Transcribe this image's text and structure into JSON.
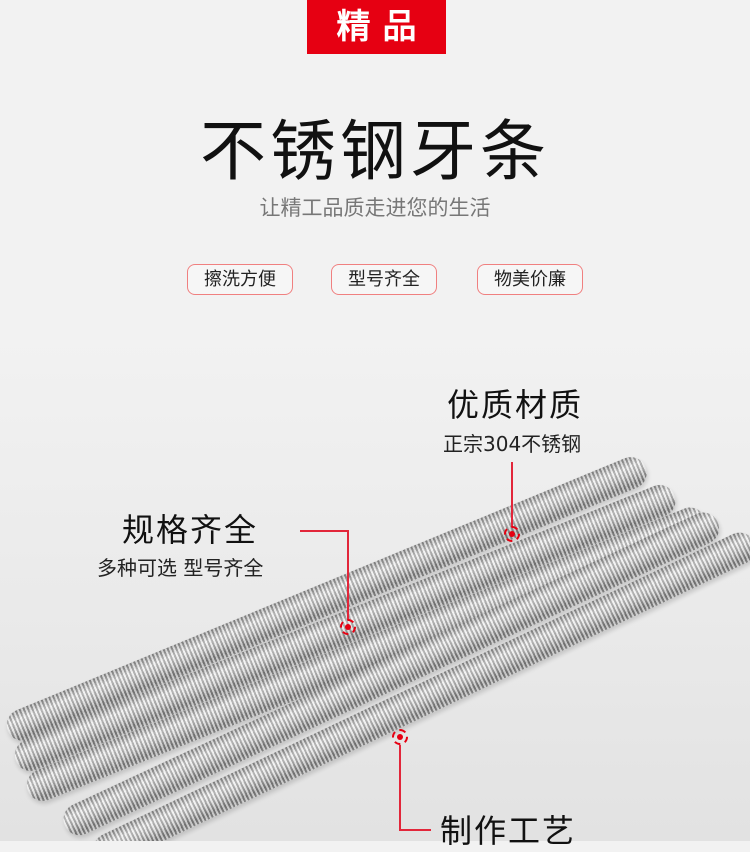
{
  "badge": "精品",
  "title": "不锈钢牙条",
  "subtitle": "让精工品质走进您的生活",
  "tags": [
    "擦洗方便",
    "型号齐全",
    "物美价廉"
  ],
  "callouts": {
    "material": {
      "heading": "优质材质",
      "sub": "正宗304不锈钢"
    },
    "spec": {
      "heading": "规格齐全",
      "sub": "多种可选 型号齐全"
    },
    "craft": {
      "heading": "制作工艺"
    }
  },
  "colors": {
    "accent": "#e60012",
    "background": "#f2f2f2"
  }
}
